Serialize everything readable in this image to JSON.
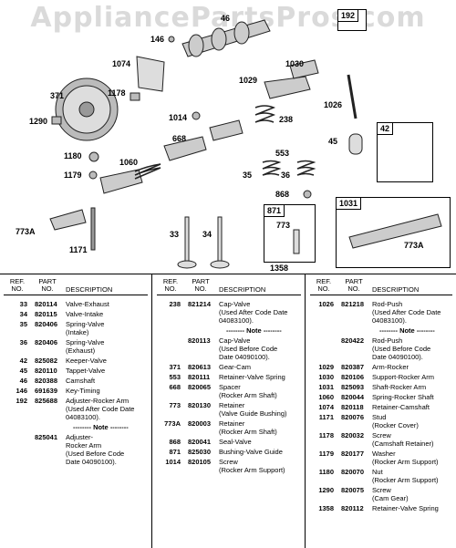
{
  "watermark": "AppliancePartsPros.com",
  "diagram": {
    "callouts": [
      "46",
      "146",
      "1074",
      "371",
      "1178",
      "1290",
      "1014",
      "1180",
      "1060",
      "668",
      "1179",
      "773A",
      "1171",
      "33",
      "34",
      "238",
      "1030",
      "1029",
      "1026",
      "553",
      "35",
      "36",
      "868",
      "45",
      "871",
      "773",
      "1358",
      "192",
      "42",
      "1031",
      "773A"
    ],
    "box_labels": {
      "b192": "192",
      "b42": "42",
      "b871": "871",
      "b1031": "1031"
    }
  },
  "table": {
    "headers": {
      "ref": "REF.\nNO.",
      "part": "PART\nNO.",
      "desc": "DESCRIPTION"
    },
    "columns": [
      [
        {
          "ref": "33",
          "part": "820114",
          "lines": [
            "Valve-Exhaust"
          ]
        },
        {
          "ref": "34",
          "part": "820115",
          "lines": [
            "Valve-Intake"
          ]
        },
        {
          "ref": "35",
          "part": "820406",
          "lines": [
            "Spring-Valve",
            "(Intake)"
          ]
        },
        {
          "ref": "36",
          "part": "820406",
          "lines": [
            "Spring-Valve",
            "(Exhaust)"
          ]
        },
        {
          "ref": "42",
          "part": "825082",
          "lines": [
            "Keeper-Valve"
          ]
        },
        {
          "ref": "45",
          "part": "820110",
          "lines": [
            "Tappet-Valve"
          ]
        },
        {
          "ref": "46",
          "part": "820388",
          "lines": [
            "Camshaft"
          ]
        },
        {
          "ref": "146",
          "part": "691639",
          "lines": [
            "Key-Timing"
          ]
        },
        {
          "ref": "192",
          "part": "825688",
          "lines": [
            "Adjuster-Rocker Arm",
            "(Used After Code Date",
            "04083100)."
          ]
        },
        {
          "ref": "",
          "part": "",
          "lines": [
            "-------- Note --------"
          ],
          "note": true
        },
        {
          "ref": "",
          "part": "825041",
          "lines": [
            "Adjuster-",
            "Rocker Arm",
            "(Used Before Code",
            "Date 04090100)."
          ]
        }
      ],
      [
        {
          "ref": "238",
          "part": "821214",
          "lines": [
            "Cap-Valve",
            "(Used After Code Date",
            "04083100)."
          ]
        },
        {
          "ref": "",
          "part": "",
          "lines": [
            "-------- Note --------"
          ],
          "note": true
        },
        {
          "ref": "",
          "part": "820113",
          "lines": [
            "Cap-Valve",
            "(Used Before Code",
            "Date 04090100)."
          ]
        },
        {
          "ref": "371",
          "part": "820613",
          "lines": [
            "Gear-Cam"
          ]
        },
        {
          "ref": "553",
          "part": "820111",
          "lines": [
            "Retainer-Valve Spring"
          ]
        },
        {
          "ref": "668",
          "part": "820065",
          "lines": [
            "Spacer",
            "(Rocker Arm Shaft)"
          ]
        },
        {
          "ref": "773",
          "part": "820130",
          "lines": [
            "Retainer",
            "(Valve Guide Bushing)"
          ]
        },
        {
          "ref": "773A",
          "part": "820003",
          "lines": [
            "Retainer",
            "(Rocker Arm Shaft)"
          ]
        },
        {
          "ref": "868",
          "part": "820041",
          "lines": [
            "Seal-Valve"
          ]
        },
        {
          "ref": "871",
          "part": "825030",
          "lines": [
            "Bushing-Valve Guide"
          ]
        },
        {
          "ref": "1014",
          "part": "820105",
          "lines": [
            "Screw",
            "(Rocker Arm Support)"
          ]
        }
      ],
      [
        {
          "ref": "1026",
          "part": "821218",
          "lines": [
            "Rod-Push",
            "(Used After Code Date",
            "04083100)."
          ]
        },
        {
          "ref": "",
          "part": "",
          "lines": [
            "-------- Note --------"
          ],
          "note": true
        },
        {
          "ref": "",
          "part": "820422",
          "lines": [
            "Rod-Push",
            "(Used Before Code",
            "Date 04090100)."
          ]
        },
        {
          "ref": "1029",
          "part": "820387",
          "lines": [
            "Arm-Rocker"
          ]
        },
        {
          "ref": "1030",
          "part": "820106",
          "lines": [
            "Support-Rocker Arm"
          ]
        },
        {
          "ref": "1031",
          "part": "825093",
          "lines": [
            "Shaft-Rocker Arm"
          ]
        },
        {
          "ref": "1060",
          "part": "820044",
          "lines": [
            "Spring-Rocker Shaft"
          ]
        },
        {
          "ref": "1074",
          "part": "820118",
          "lines": [
            "Retainer-Camshaft"
          ]
        },
        {
          "ref": "1171",
          "part": "820076",
          "lines": [
            "Stud",
            "(Rocker Cover)"
          ]
        },
        {
          "ref": "1178",
          "part": "820032",
          "lines": [
            "Screw",
            "(Camshaft Retainer)"
          ]
        },
        {
          "ref": "1179",
          "part": "820177",
          "lines": [
            "Washer",
            "(Rocker Arm Support)"
          ]
        },
        {
          "ref": "1180",
          "part": "820070",
          "lines": [
            "Nut",
            "(Rocker Arm Support)"
          ]
        },
        {
          "ref": "1290",
          "part": "820075",
          "lines": [
            "Screw",
            "(Cam Gear)"
          ]
        },
        {
          "ref": "1358",
          "part": "820112",
          "lines": [
            "Retainer-Valve Spring"
          ]
        }
      ]
    ]
  }
}
